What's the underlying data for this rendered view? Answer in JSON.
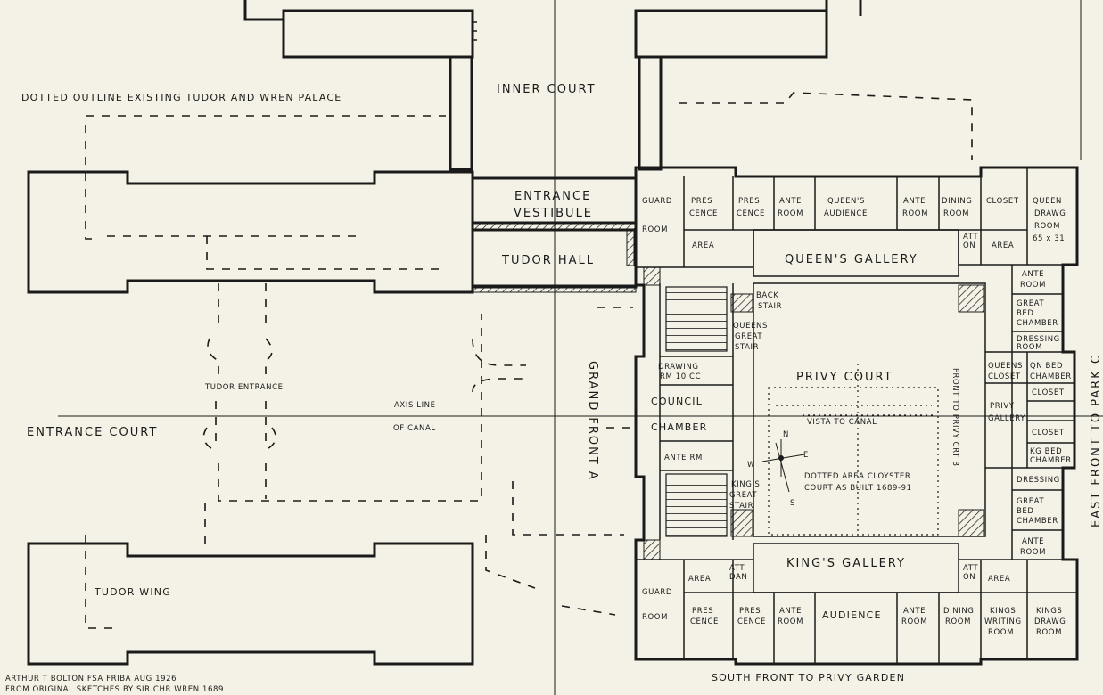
{
  "plan": {
    "legend_dotted": "DOTTED OUTLINE EXISTING TUDOR AND WREN PALACE",
    "inner_court": "INNER COURT",
    "entrance_vestibule": [
      "ENTRANCE",
      "VESTIBULE"
    ],
    "tudor_hall": "TUDOR HALL",
    "tudor_entrance": "TUDOR ENTRANCE",
    "entrance_court": "ENTRANCE   COURT",
    "axis_line": [
      "AXIS LINE",
      "OF CANAL"
    ],
    "tudor_wing": "TUDOR WING",
    "grand_front": "GRAND FRONT A",
    "privy_court": "PRIVY   COURT",
    "vista": "VISTA  TO CANAL",
    "front_privy": "FRONT  TO PRIVY CRT B",
    "east_front": "EAST FRONT TO PARK C",
    "south_front": "SOUTH FRONT TO PRIVY GARDEN",
    "cloyster": [
      "DOTTED AREA CLOYSTER",
      "COURT AS BUILT 1689-91"
    ],
    "compass": [
      "N",
      "E",
      "W",
      "S"
    ],
    "credit": [
      "ARTHUR T BOLTON FSA FRIBA  AUG 1926",
      "FROM ORIGINAL SKETCHES BY SIR CHR WREN 1689"
    ]
  },
  "rooms": {
    "guard_room_n": [
      "GUARD",
      "ROOM"
    ],
    "presence_n": [
      "PRES",
      "CENCE"
    ],
    "presence2_n": [
      "PRES",
      "CENCE"
    ],
    "ante_room_n": [
      "ANTE",
      "ROOM"
    ],
    "queens_audience": [
      "QUEEN'S",
      "AUDIENCE"
    ],
    "ante_room2_n": [
      "ANTE",
      "ROOM"
    ],
    "dining_room_n": [
      "DINING",
      "ROOM"
    ],
    "closet_n": "CLOSET",
    "queen_drawg": [
      "QUEEN",
      "DRAWG",
      "ROOM",
      "65 x 31"
    ],
    "area_n": "AREA",
    "atti_on": [
      "ATT",
      "ON"
    ],
    "area2_n": "AREA",
    "queens_gallery": "QUEEN'S  GALLERY",
    "back_stair": [
      "BACK",
      "STAIR"
    ],
    "queens_great_stair": [
      "QUEENS",
      "GREAT",
      "STAIR"
    ],
    "drawing_rm": [
      "DRAWING",
      "RM 10 CC"
    ],
    "council_chamber": [
      "COUNCIL",
      "CHAMBER"
    ],
    "ante_rm_w": "ANTE RM",
    "kings_great_stair": [
      "KING'S",
      "GREAT",
      "STAIR"
    ],
    "ante_room_e1": [
      "ANTE",
      "ROOM"
    ],
    "great_bed_e1": [
      "GREAT",
      "BED",
      "CHAMBER"
    ],
    "dressing_e1": [
      "DRESSING",
      "ROOM"
    ],
    "queens_closet": [
      "QUEENS",
      "CLOSET"
    ],
    "qn_bed_chamber": [
      "QN BED",
      "CHAMBER"
    ],
    "closet_e1": "CLOSET",
    "privy_gallery": [
      "PRIVY",
      "GALLERY"
    ],
    "closet_e2": "CLOSET",
    "kg_bed_chamber": [
      "KG BED",
      "CHAMBER"
    ],
    "dressing_e2": "DRESSING",
    "great_bed_e2": [
      "GREAT",
      "BED",
      "CHAMBER"
    ],
    "ante_room_e2": [
      "ANTE",
      "ROOM"
    ],
    "kings_gallery": "KING'S  GALLERY",
    "area_s": "AREA",
    "atti_s": [
      "ATT",
      "DAN"
    ],
    "atti_s2": [
      "ATT",
      "ON"
    ],
    "area2_s": "AREA",
    "guard_room_s": [
      "GUARD",
      "ROOM"
    ],
    "presence_s": [
      "PRES",
      "CENCE"
    ],
    "presence2_s": [
      "PRES",
      "CENCE"
    ],
    "ante_room_s": [
      "ANTE",
      "ROOM"
    ],
    "audience_s": "AUDIENCE",
    "ante_room2_s": [
      "ANTE",
      "ROOM"
    ],
    "dining_room_s": [
      "DINING",
      "ROOM"
    ],
    "kings_writing": [
      "KINGS",
      "WRITING",
      "ROOM"
    ],
    "kings_drawg": [
      "KINGS",
      "DRAWG",
      "ROOM"
    ]
  }
}
